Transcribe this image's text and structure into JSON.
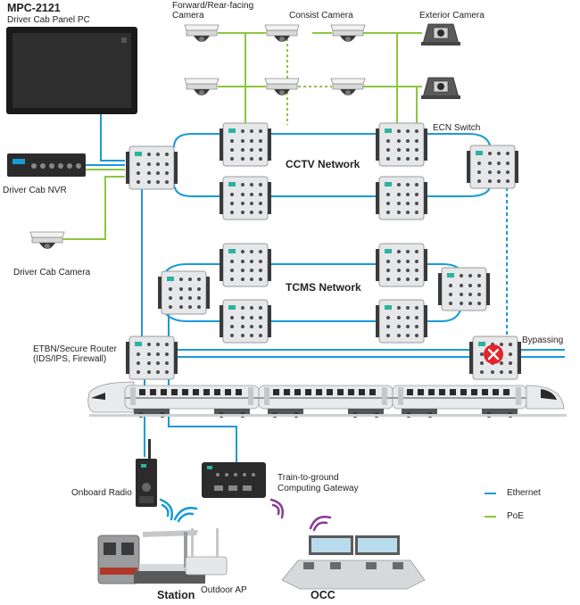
{
  "labels": {
    "panel_pc_model": "MPC-2121",
    "panel_pc_name": "Driver Cab Panel PC",
    "nvr": "Driver Cab NVR",
    "cab_camera": "Driver Cab Camera",
    "fwd_camera_line1": "Forward/Rear-facing",
    "fwd_camera_line2": "Camera",
    "consist_camera": "Consist Camera",
    "exterior_camera": "Exterior Camera",
    "ecn_switch": "ECN Switch",
    "cctv_network": "CCTV Network",
    "tcms_network": "TCMS Network",
    "etbn_line1": "ETBN/Secure Router",
    "etbn_line2": "(IDS/IPS, Firewall)",
    "bypassing": "Bypassing",
    "onboard_radio": "Onboard Radio",
    "gateway_line1": "Train-to-ground",
    "gateway_line2": "Computing Gateway",
    "station": "Station",
    "outdoor_ap": "Outdoor AP",
    "occ": "OCC"
  },
  "legend": {
    "ethernet": "Ethernet",
    "poe": "PoE"
  },
  "colors": {
    "ethernet": "#1a9ad7",
    "poe": "#8dc63f",
    "wireless": "#8a3d97",
    "bypass_x": "#e3242b"
  }
}
